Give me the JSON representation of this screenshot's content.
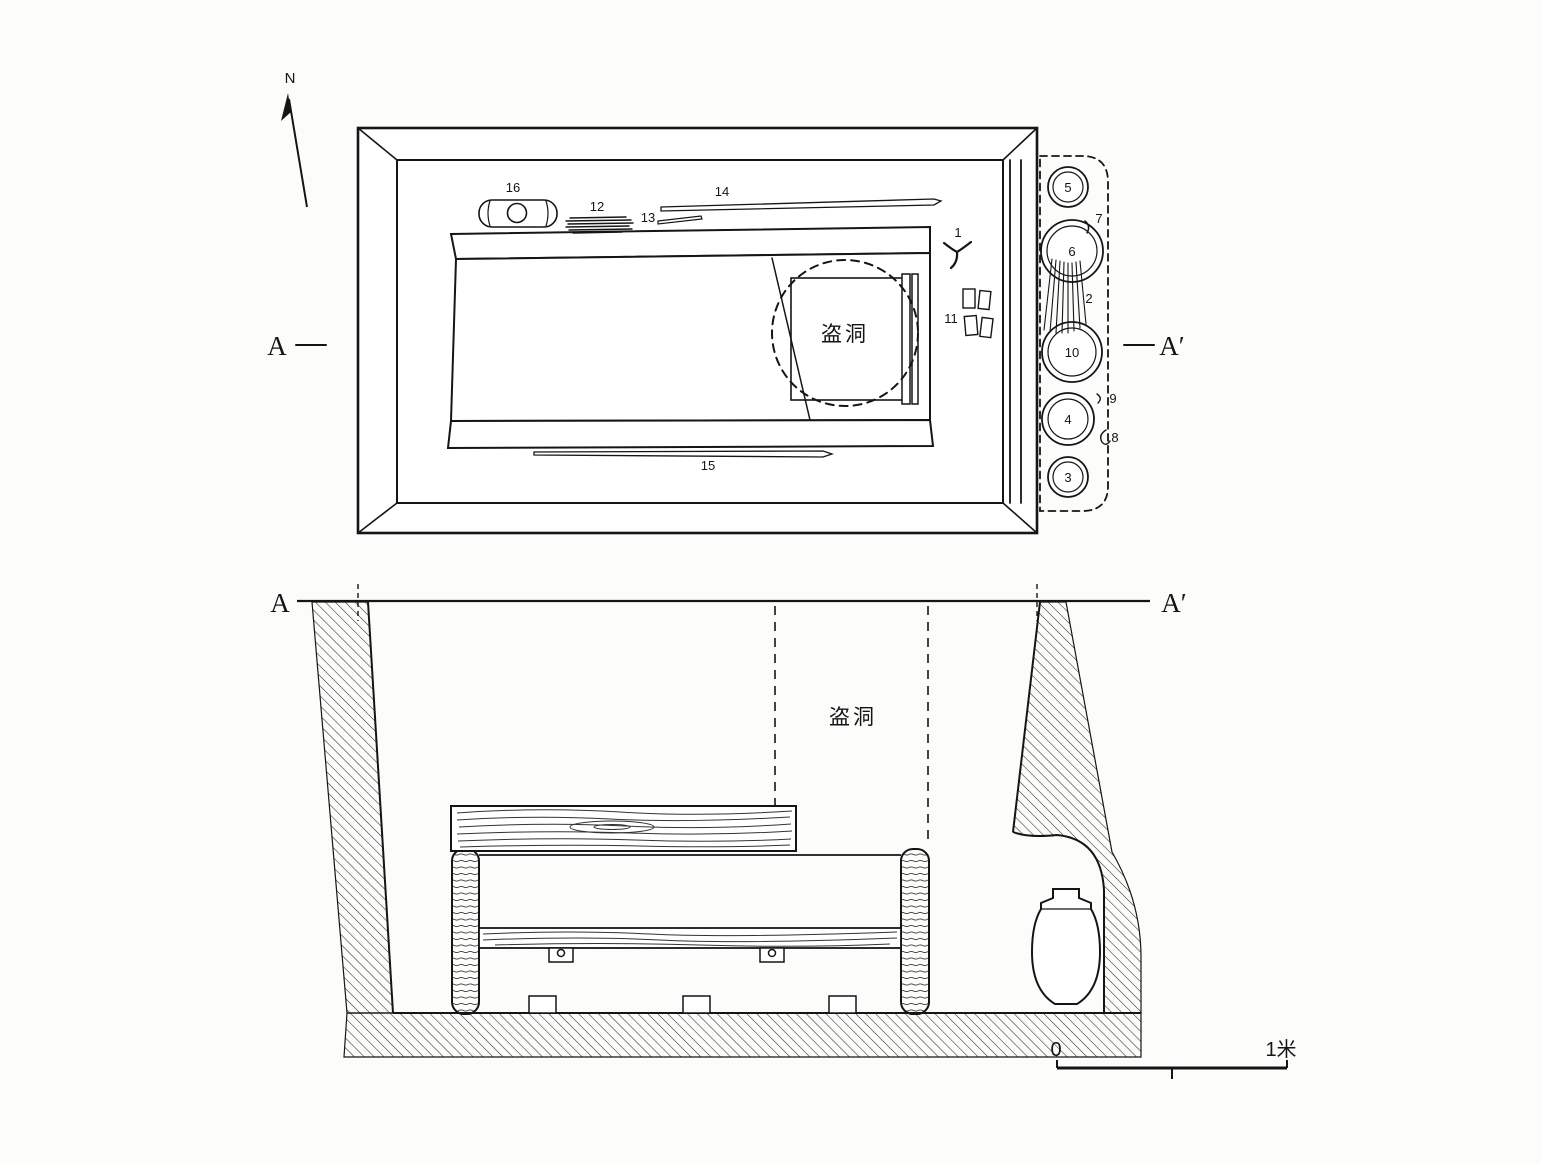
{
  "compass": {
    "north": "N"
  },
  "plan": {
    "section_left": "A",
    "section_right": "A′",
    "robber_pit": "盗洞",
    "artifacts": {
      "a1": "1",
      "a11": "11",
      "a12": "12",
      "a13": "13",
      "a14": "14",
      "a15": "15",
      "a16": "16"
    },
    "niche": {
      "v2": "2",
      "v3": "3",
      "v4": "4",
      "v5": "5",
      "v6": "6",
      "v7": "7",
      "v8": "8",
      "v9": "9",
      "v10": "10"
    }
  },
  "section": {
    "section_left": "A",
    "section_right": "A′",
    "robber_pit": "盗洞"
  },
  "scale_bar": {
    "zero": "0",
    "unit": "1米"
  }
}
